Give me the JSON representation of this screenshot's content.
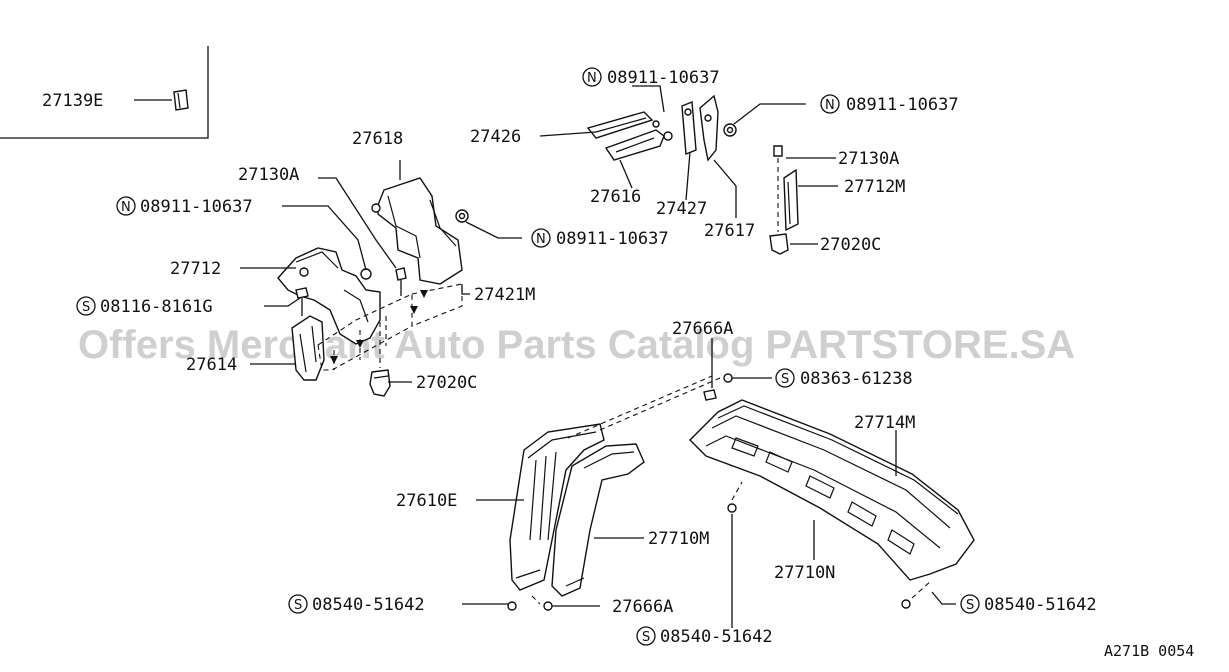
{
  "watermark": "Offers Merchant Auto Parts Catalog PARTSTORE.SA",
  "diagram_code": "A271B 0054",
  "prefix_n": "N",
  "prefix_s": "S",
  "labels": {
    "p27139E": "27139E",
    "p27618": "27618",
    "p27130A_left": "27130A",
    "n08911_left": "08911-10637",
    "p27712": "27712",
    "s08116": "08116-8161G",
    "p27614": "27614",
    "p27020C_left": "27020C",
    "p27421M": "27421M",
    "n08911_mid": "08911-10637",
    "n08911_top": "08911-10637",
    "p27426": "27426",
    "p27616": "27616",
    "p27427": "27427",
    "p27617": "27617",
    "n08911_right": "08911-10637",
    "p27130A_right": "27130A",
    "p27712M": "27712M",
    "p27020C_right": "27020C",
    "p27666A_top": "27666A",
    "s08363": "08363-61238",
    "p27714M": "27714M",
    "p27610E": "27610E",
    "p27710M": "27710M",
    "p27710N": "27710N",
    "s08540_left": "08540-51642",
    "p27666A_bottom": "27666A",
    "s08540_bottom": "08540-51642",
    "s08540_right": "08540-51642"
  }
}
